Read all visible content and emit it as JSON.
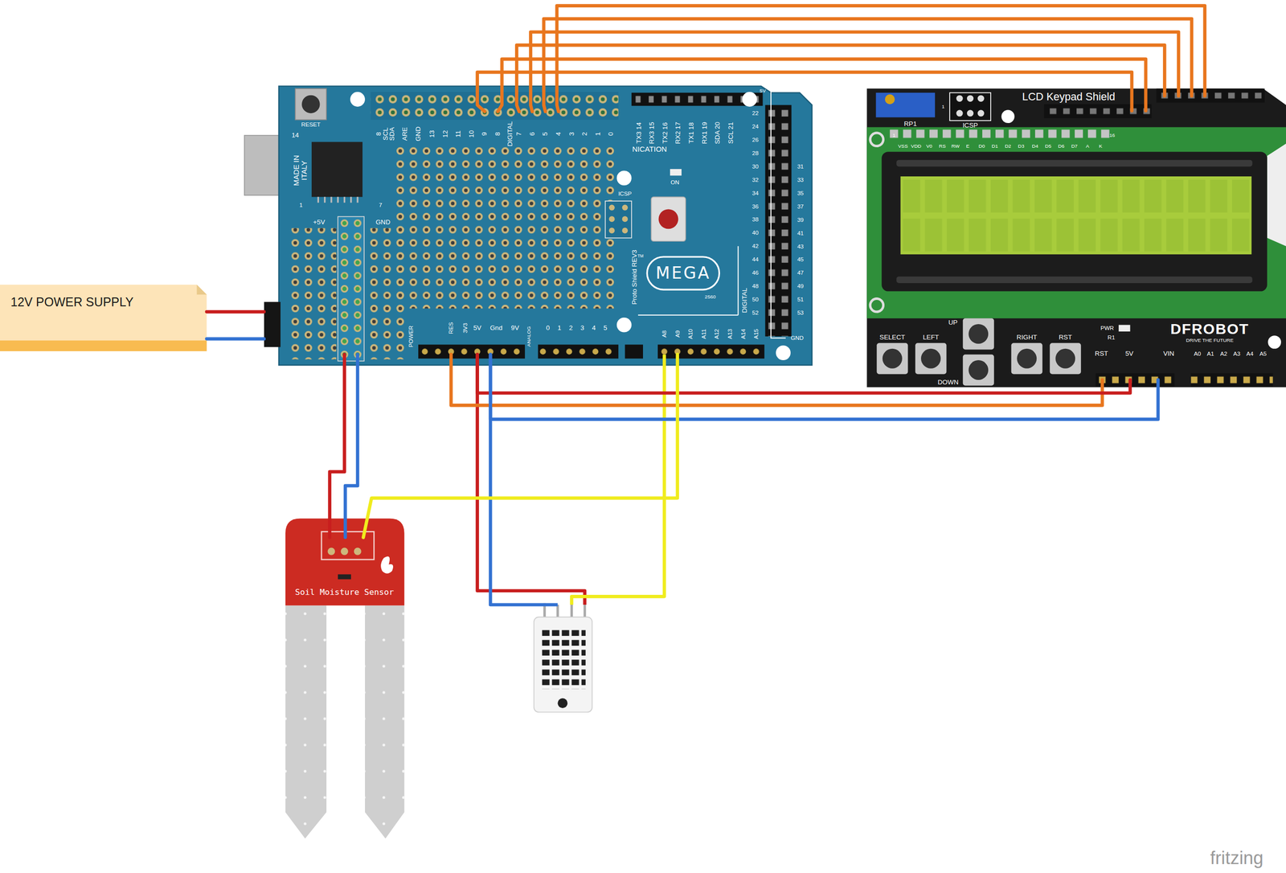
{
  "diagram": {
    "nodes": [
      {
        "text": [
          "12V POWER SUPPLY"
        ]
      },
      {
        "text": [
          "MEGA"
        ]
      },
      {
        "text": [
          "LCD Keypad Shield"
        ]
      },
      {
        "text": [
          "Soil Moisture Sensor"
        ]
      }
    ],
    "edges": [
      {
        "from": 0,
        "to": 1,
        "arrow": "none"
      },
      {
        "from": 0,
        "to": 1,
        "arrow": "none"
      },
      {
        "from": 1,
        "to": 2,
        "arrow": "none"
      },
      {
        "from": 1,
        "to": 2,
        "arrow": "none"
      },
      {
        "from": 1,
        "to": 2,
        "arrow": "none"
      },
      {
        "from": 1,
        "to": 2,
        "arrow": "none"
      },
      {
        "from": 1,
        "to": 2,
        "arrow": "none"
      },
      {
        "from": 1,
        "to": 2,
        "arrow": "none"
      },
      {
        "from": 1,
        "to": 2,
        "arrow": "none"
      },
      {
        "from": 1,
        "to": 2,
        "arrow": "none"
      },
      {
        "from": 1,
        "to": 2,
        "arrow": "none"
      },
      {
        "from": 1,
        "to": 3,
        "arrow": "none"
      },
      {
        "from": 1,
        "to": 3,
        "arrow": "none"
      },
      {
        "from": 1,
        "to": 3,
        "arrow": "none"
      }
    ],
    "labels": [
      "8",
      "SCL",
      "SDA",
      "ARE",
      "GND",
      "13",
      "12",
      "11",
      "10",
      "9",
      "8",
      "DIGITAL",
      "7",
      "6",
      "5",
      "4",
      "3",
      "2",
      "1",
      "0",
      "TX3 14",
      "RX3 15",
      "TX2 16",
      "RX2 17",
      "TX1 18",
      "RX1 19",
      "SDA 20",
      "SCL 21",
      "NICATION",
      "ON",
      "ICSP",
      "2560",
      "TM",
      "Proto Shield REV3",
      "RESET",
      "14",
      "MADE IN ITALY",
      "1",
      "7",
      "+5V",
      "GND",
      "POWER",
      "RES",
      "3V3",
      "5V",
      "Gnd",
      "9V",
      "ANALOG",
      "DIGITAL",
      "5V",
      "GND",
      "0",
      "1",
      "2",
      "3",
      "4",
      "5",
      "A8",
      "A9",
      "A10",
      "A11",
      "A12",
      "A13",
      "A14",
      "A15",
      "22",
      "24",
      "26",
      "28",
      "30",
      "32",
      "34",
      "36",
      "38",
      "40",
      "42",
      "44",
      "46",
      "48",
      "50",
      "52",
      "31",
      "33",
      "35",
      "37",
      "39",
      "41",
      "43",
      "45",
      "47",
      "49",
      "51",
      "53",
      "1",
      "VSS",
      "VDD",
      "V0",
      "RS",
      "RW",
      "E",
      "D0",
      "D1",
      "D2",
      "D3",
      "D4",
      "D5",
      "D6",
      "D7",
      "A",
      "K",
      "16",
      "RP1",
      "ICSP",
      "1",
      "SELECT",
      "LEFT",
      "UP",
      "DOWN",
      "RIGHT",
      "RST",
      "PWR",
      "R1",
      "DFROBOT",
      "DRIVE THE FUTURE",
      "RST",
      "5V",
      "VIN",
      "A0",
      "A1",
      "A2",
      "A3",
      "A4",
      "A5",
      "fritzing"
    ]
  }
}
